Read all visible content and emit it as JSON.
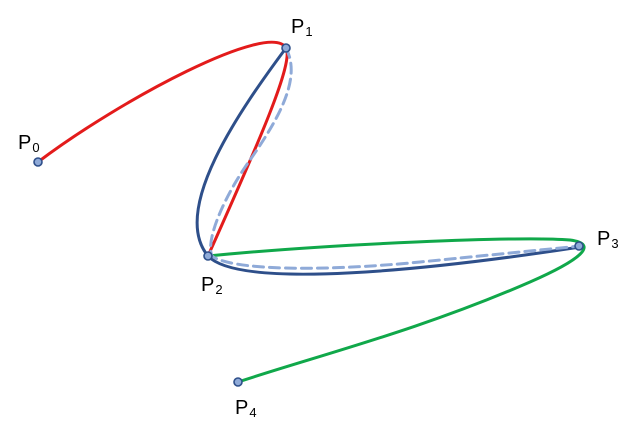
{
  "colors": {
    "red_curve": "#e31b1b",
    "green_curve": "#10a84a",
    "blue_curve": "#2e4f8a",
    "dashed_curve": "#8faad8",
    "point_fill": "#8faad8",
    "point_stroke": "#2e4f8a"
  },
  "points": [
    {
      "name": "P",
      "index": "0"
    },
    {
      "name": "P",
      "index": "1"
    },
    {
      "name": "P",
      "index": "2"
    },
    {
      "name": "P",
      "index": "3"
    },
    {
      "name": "P",
      "index": "4"
    }
  ]
}
